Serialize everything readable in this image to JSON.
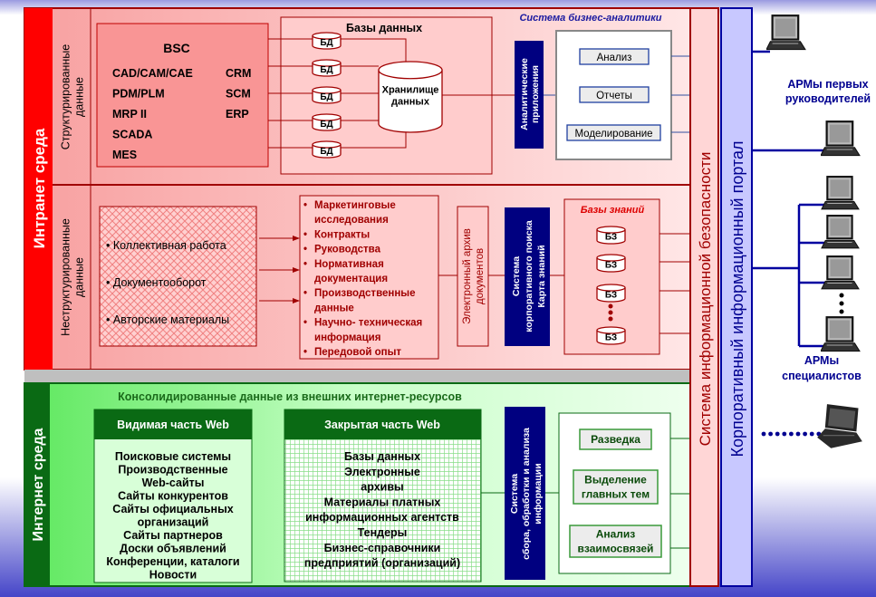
{
  "intranet": {
    "label": "Интранет   среда",
    "structured_label": [
      "Структурированные",
      "данные"
    ],
    "unstructured_label": [
      "Неструктурированные",
      "данные"
    ]
  },
  "bsc": {
    "title": "BSC",
    "left": [
      "CAD/CAM/CAE",
      "PDM/PLM",
      "MRP II",
      "SCADA",
      "MES"
    ],
    "right": [
      "CRM",
      "SCM",
      "ERP"
    ]
  },
  "databases": {
    "title": "Базы данных",
    "db_label": "БД",
    "warehouse": [
      "Хранилище",
      "данных"
    ]
  },
  "bi": {
    "title": "Система бизнес-аналитики",
    "apps": [
      "Аналитические",
      "приложения"
    ],
    "buttons": [
      "Анализ",
      "Отчеты",
      "Моделирование"
    ]
  },
  "unstructured": {
    "items": [
      "• Коллективная работа",
      "• Документооборот",
      "• Авторские материалы"
    ],
    "documents": [
      [
        "Маркетинговые",
        "исследования"
      ],
      [
        "Контракты"
      ],
      [
        "Руководства"
      ],
      [
        "Нормативная",
        "документация"
      ],
      [
        "Производственные",
        "данные"
      ],
      [
        "Научно- техническая",
        "информация"
      ],
      [
        "Передовой опыт"
      ]
    ]
  },
  "archive": [
    "Электронный архив",
    "документов"
  ],
  "search": [
    "Система",
    "корпоративного поиска",
    "Карта знаний"
  ],
  "knowledge": {
    "title": "Базы знаний",
    "kb_label": "БЗ"
  },
  "internet": {
    "label": "Интернет среда",
    "title": "Консолидированные данные из внешних интернет-ресурсов",
    "visible": {
      "title": "Видимая часть Web",
      "items": [
        "Поисковые системы",
        "Производственные",
        "Web-сайты",
        "Сайты конкурентов",
        "Сайты официальных",
        "организаций",
        "Сайты партнеров",
        "Доски объявлений",
        "Конференции, каталоги",
        "Новости"
      ]
    },
    "closed": {
      "title": "Закрытая часть Web",
      "items": [
        "Базы данных",
        "Электронные",
        "архивы",
        "Материалы платных",
        "информационных агентств",
        "Тендеры",
        "Бизнес-справочники",
        "предприятий (организаций)"
      ]
    },
    "system": [
      "Система",
      "сбора, обработки и анализа",
      "информации"
    ],
    "buttons": [
      [
        "Разведка"
      ],
      [
        "Выделение",
        "главных тем"
      ],
      [
        "Анализ",
        "взаимосвязей"
      ]
    ]
  },
  "security": "Система  информационной  безопасности",
  "portal": "Корпоративный информационный портал",
  "workstations": {
    "executives": [
      "АРМы первых",
      "руководителей"
    ],
    "specialists": [
      "АРМы",
      "специалистов"
    ]
  },
  "colors": {
    "intranet_red": "#ff0000",
    "intranet_border": "#a00000",
    "internet_green": "#0a6a14",
    "dark_blue": "#000080",
    "portal_fill": "#c8c8ff"
  }
}
